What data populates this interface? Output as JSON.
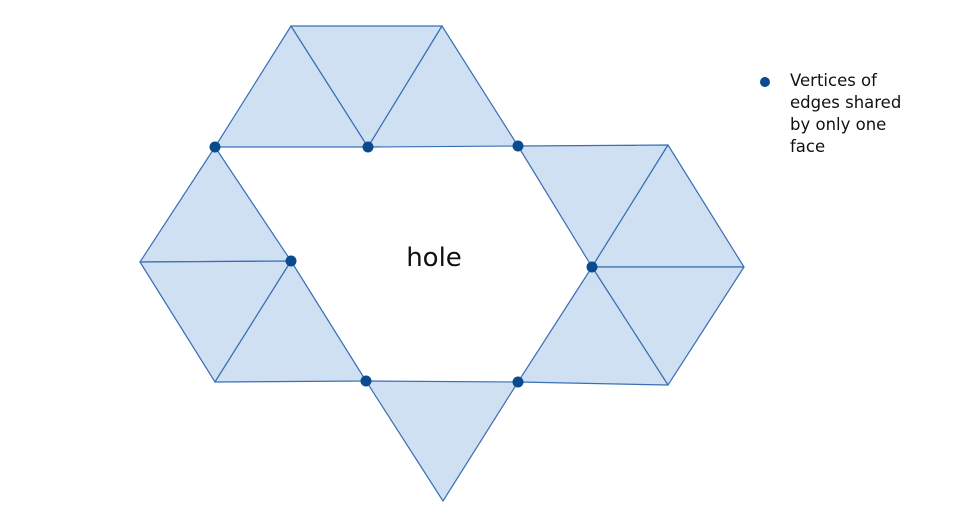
{
  "diagram": {
    "hole_label": "hole",
    "face_color": "#cfe0f3",
    "edge_color": "#3a6fb5",
    "vertex_color": "#0a4b8f"
  },
  "legend": {
    "entries": [
      {
        "label": "Vertices of\nedges shared\nby only one\nface",
        "marker": "filled-circle"
      }
    ]
  }
}
